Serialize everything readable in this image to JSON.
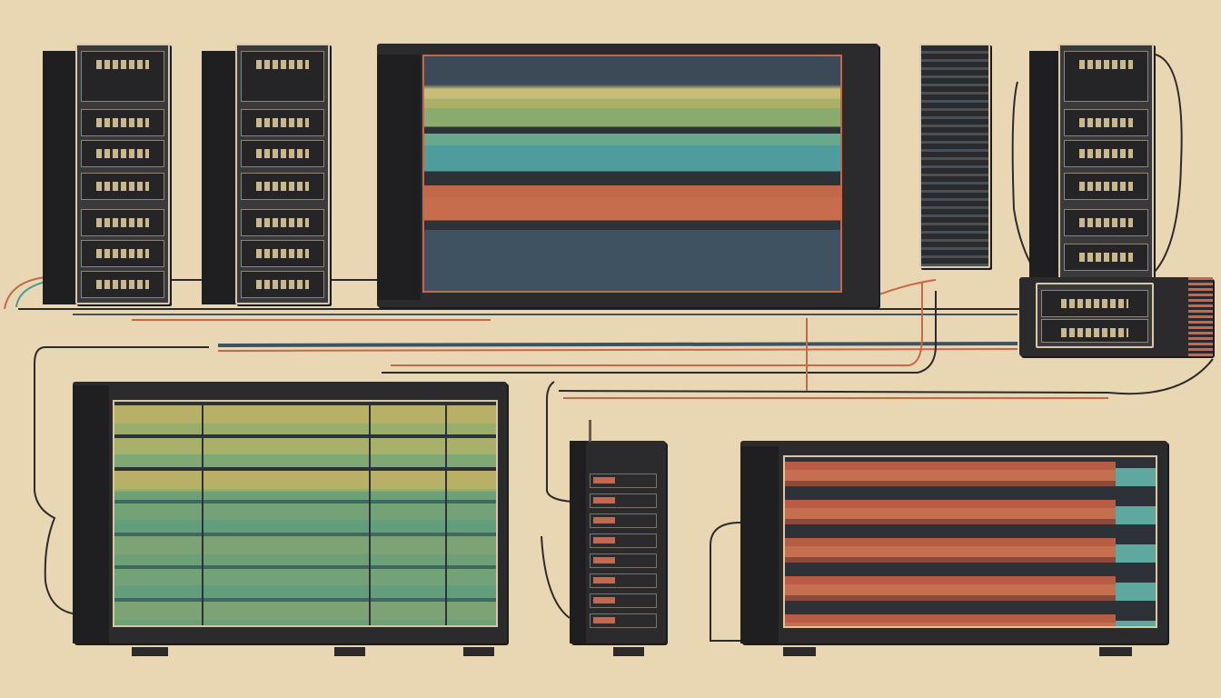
{
  "palette": {
    "background": "#e9d6b2",
    "frame": "#2b2a2d",
    "olive": "#b8b066",
    "green": "#8aab6e",
    "teal": "#4e9d9c",
    "orange": "#c86c4e",
    "slate": "#3e5262"
  },
  "scene": {
    "objects": [
      "server-tower",
      "server-tower",
      "wide-monitor",
      "narrow-rack",
      "server-tower",
      "switch-box",
      "wide-monitor",
      "small-device",
      "wide-monitor"
    ]
  }
}
